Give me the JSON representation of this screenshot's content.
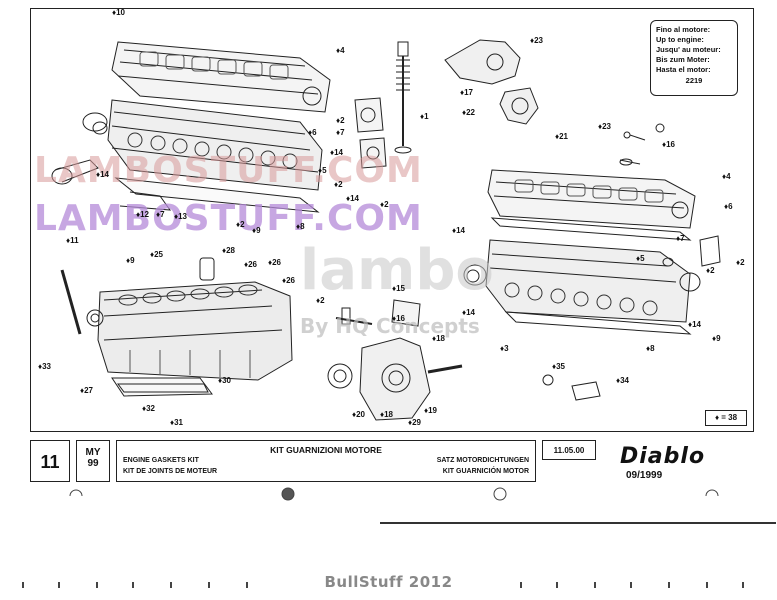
{
  "engine_box": {
    "lines": [
      "Fino al motore:",
      "Up to engine:",
      "Jusqu' au moteur:",
      "Bis zum Moter:",
      "Hasta el motor:"
    ],
    "number": "2219"
  },
  "legend": "♦ = 38",
  "watermarks": {
    "w1": "LAMBOSTUFF.COM",
    "w2": "LAMBOSTUFF.COM",
    "w3": "lambo",
    "w4": "By HQ Concepts"
  },
  "callouts": [
    {
      "id": "c10",
      "text": "♦10"
    },
    {
      "id": "c4a",
      "text": "♦4"
    },
    {
      "id": "c23a",
      "text": "♦23"
    },
    {
      "id": "c17",
      "text": "♦17"
    },
    {
      "id": "c22",
      "text": "♦22"
    },
    {
      "id": "c1",
      "text": "♦1"
    },
    {
      "id": "c2a",
      "text": "♦2"
    },
    {
      "id": "c6a",
      "text": "♦6"
    },
    {
      "id": "c7a",
      "text": "♦7"
    },
    {
      "id": "c14a",
      "text": "♦14"
    },
    {
      "id": "c5a",
      "text": "♦5"
    },
    {
      "id": "c21",
      "text": "♦21"
    },
    {
      "id": "c23b",
      "text": "♦23"
    },
    {
      "id": "c16a",
      "text": "♦16"
    },
    {
      "id": "c2b",
      "text": "♦2"
    },
    {
      "id": "c14b",
      "text": "♦14"
    },
    {
      "id": "c2c",
      "text": "♦2"
    },
    {
      "id": "c12",
      "text": "♦12"
    },
    {
      "id": "c7b",
      "text": "♦7"
    },
    {
      "id": "c13",
      "text": "♦13"
    },
    {
      "id": "c2d",
      "text": "♦2"
    },
    {
      "id": "c9a",
      "text": "♦9"
    },
    {
      "id": "c8a",
      "text": "♦8"
    },
    {
      "id": "c11",
      "text": "♦11"
    },
    {
      "id": "c14c",
      "text": "♦14"
    },
    {
      "id": "c2e",
      "text": "♦2"
    },
    {
      "id": "c4b",
      "text": "♦4"
    },
    {
      "id": "c6b",
      "text": "♦6"
    },
    {
      "id": "c14d",
      "text": "♦14"
    },
    {
      "id": "c7c",
      "text": "♦7"
    },
    {
      "id": "c5b",
      "text": "♦5"
    },
    {
      "id": "c2f",
      "text": "♦2"
    },
    {
      "id": "c14e",
      "text": "♦14"
    },
    {
      "id": "c14f",
      "text": "♦14"
    },
    {
      "id": "c9b",
      "text": "♦9"
    },
    {
      "id": "c8b",
      "text": "♦8"
    },
    {
      "id": "c3",
      "text": "♦3"
    },
    {
      "id": "c9c",
      "text": "♦9"
    },
    {
      "id": "c25",
      "text": "♦25"
    },
    {
      "id": "c28",
      "text": "♦28"
    },
    {
      "id": "c26a",
      "text": "♦26"
    },
    {
      "id": "c26b",
      "text": "♦26"
    },
    {
      "id": "c26c",
      "text": "♦26"
    },
    {
      "id": "c2g",
      "text": "♦2"
    },
    {
      "id": "c15",
      "text": "♦15"
    },
    {
      "id": "c16b",
      "text": "♦16"
    },
    {
      "id": "c18a",
      "text": "♦18"
    },
    {
      "id": "c35",
      "text": "♦35"
    },
    {
      "id": "c34",
      "text": "♦34"
    },
    {
      "id": "c33",
      "text": "♦33"
    },
    {
      "id": "c27",
      "text": "♦27"
    },
    {
      "id": "c30",
      "text": "♦30"
    },
    {
      "id": "c32",
      "text": "♦32"
    },
    {
      "id": "c31",
      "text": "♦31"
    },
    {
      "id": "c20",
      "text": "♦20"
    },
    {
      "id": "c18b",
      "text": "♦18"
    },
    {
      "id": "c19",
      "text": "♦19"
    },
    {
      "id": "c29",
      "text": "♦29"
    }
  ],
  "title_block": {
    "page": "11",
    "my_label": "MY",
    "my_value": "99",
    "title_it": "KIT GUARNIZIONI MOTORE",
    "title_en": "ENGINE GASKETS KIT",
    "title_fr": "KIT DE JOINTS DE MOTEUR",
    "title_de": "SATZ MOTORDICHTUNGEN",
    "title_es": "KIT GUARNICIÓN MOTOR",
    "date": "11.05.00",
    "model": "Diablo",
    "model_date": "09/1999"
  },
  "footer": "BullStuff 2012"
}
